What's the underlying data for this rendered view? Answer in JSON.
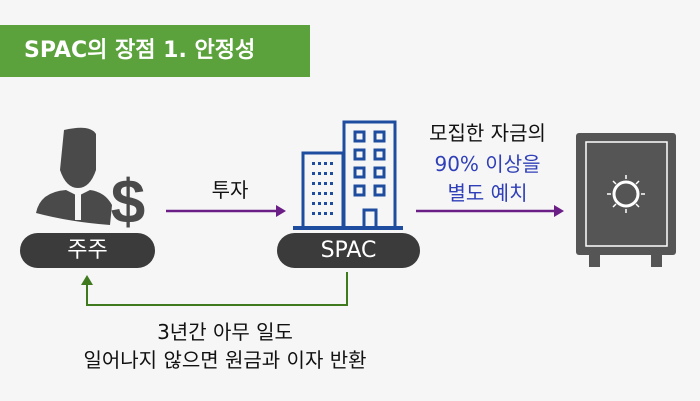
{
  "title": "SPAC의 장점 1. 안정성",
  "shareholder_label": "주주",
  "spac_label": "SPAC",
  "invest_label": "투자",
  "deposit": {
    "line1": "모집한 자금의",
    "line2": "90% 이상을",
    "line3": "별도 예치"
  },
  "return": {
    "line1": "3년간 아무 일도",
    "line2": "일어나지 않으면 원금과 이자 반환"
  },
  "colors": {
    "banner": "#5ba23c",
    "arrow": "#6b1f86",
    "return_arrow": "#3f7a1f",
    "building": "#1e4da0",
    "icon": "#4a4a4a",
    "highlight": "#2f3fb8"
  }
}
